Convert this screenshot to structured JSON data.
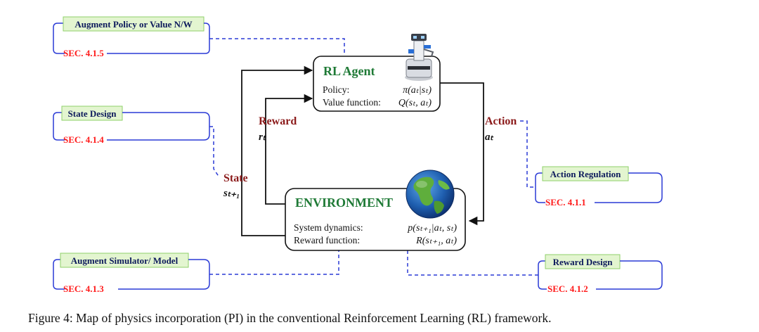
{
  "pi_tags": [
    {
      "label": "Augment Policy or Value N/W",
      "section": "SEC. 4.1.5"
    },
    {
      "label": "State Design",
      "section": "SEC. 4.1.4"
    },
    {
      "label": "Augment Simulator/ Model",
      "section": "SEC. 4.1.3"
    },
    {
      "label": "Action Regulation",
      "section": "SEC. 4.1.1"
    },
    {
      "label": "Reward Design",
      "section": "SEC. 4.1.2"
    }
  ],
  "agent": {
    "title": "RL Agent",
    "policy_label": "Policy:",
    "policy_math": "π(aₜ|sₜ)",
    "value_label": "Value function:",
    "value_math": "Q(sₜ, aₜ)"
  },
  "environment": {
    "title": "ENVIRONMENT",
    "dynamics_label": "System dynamics:",
    "dynamics_math": "p(sₜ₊₁|aₜ, sₜ)",
    "reward_label": "Reward function:",
    "reward_math": "R(sₜ₊₁, aₜ)"
  },
  "flows": {
    "reward_label": "Reward",
    "reward_symbol": "rₜ",
    "action_label": "Action",
    "action_symbol": "aₜ",
    "state_label": "State",
    "state_symbol": "sₜ₊₁"
  },
  "caption": "Figure 4: Map of physics incorporation (PI) in the conventional Reinforcement Learning (RL) framework.",
  "colors": {
    "tag_fill": "#e3f5d0",
    "tag_text": "#0d1a5c",
    "section_text": "#ff1a1a",
    "connector": "#2a3ad6",
    "node_title": "#1f7a36",
    "flow_label": "#8b1a1a"
  },
  "icons": {
    "agent": "robot-icon",
    "environment": "globe-icon"
  }
}
